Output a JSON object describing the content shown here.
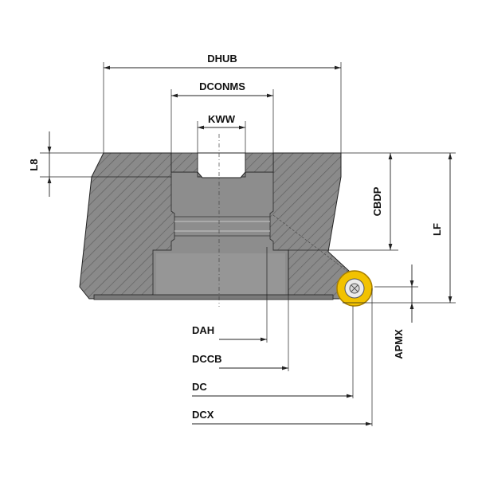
{
  "colors": {
    "body_fill": "#8a8a8a",
    "hatch_line": "#5f5f5f",
    "insert_fill": "#f2c200",
    "insert_edge": "#a87f00",
    "line": "#222222"
  },
  "labels": {
    "dhub": "DHUB",
    "dconms": "DCONMS",
    "kww": "KWW",
    "l8": "L8",
    "cbdp": "CBDP",
    "lf": "LF",
    "apmx": "APMX",
    "dah": "DAH",
    "dccb": "DCCB",
    "dc": "DC",
    "dcx": "DCX"
  }
}
